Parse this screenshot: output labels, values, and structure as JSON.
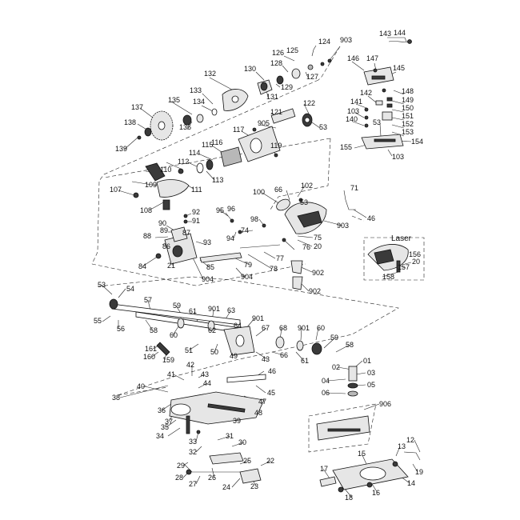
{
  "diagram": {
    "inset_title": "Laser",
    "callouts": [
      {
        "label": "143"
      },
      {
        "label": "144"
      },
      {
        "label": "124"
      },
      {
        "label": "903"
      },
      {
        "label": "126"
      },
      {
        "label": "125"
      },
      {
        "label": "128"
      },
      {
        "label": "127"
      },
      {
        "label": "146"
      },
      {
        "label": "147"
      },
      {
        "label": "145"
      },
      {
        "label": "130"
      },
      {
        "label": "132"
      },
      {
        "label": "129"
      },
      {
        "label": "131"
      },
      {
        "label": "148"
      },
      {
        "label": "133"
      },
      {
        "label": "142"
      },
      {
        "label": "149"
      },
      {
        "label": "135"
      },
      {
        "label": "134"
      },
      {
        "label": "141"
      },
      {
        "label": "150"
      },
      {
        "label": "137"
      },
      {
        "label": "121"
      },
      {
        "label": "122"
      },
      {
        "label": "103"
      },
      {
        "label": "151"
      },
      {
        "label": "136"
      },
      {
        "label": "905"
      },
      {
        "label": "140"
      },
      {
        "label": "152"
      },
      {
        "label": "138"
      },
      {
        "label": "53"
      },
      {
        "label": "53"
      },
      {
        "label": "153"
      },
      {
        "label": "117"
      },
      {
        "label": "154"
      },
      {
        "label": "139"
      },
      {
        "label": "116"
      },
      {
        "label": "119"
      },
      {
        "label": "155"
      },
      {
        "label": "115"
      },
      {
        "label": "103"
      },
      {
        "label": "114"
      },
      {
        "label": "112"
      },
      {
        "label": "113"
      },
      {
        "label": "110"
      },
      {
        "label": "109"
      },
      {
        "label": "111"
      },
      {
        "label": "102"
      },
      {
        "label": "100"
      },
      {
        "label": "66"
      },
      {
        "label": "107"
      },
      {
        "label": "71"
      },
      {
        "label": "53"
      },
      {
        "label": "108"
      },
      {
        "label": "92"
      },
      {
        "label": "95"
      },
      {
        "label": "96"
      },
      {
        "label": "46"
      },
      {
        "label": "91"
      },
      {
        "label": "98"
      },
      {
        "label": "903"
      },
      {
        "label": "90"
      },
      {
        "label": "89"
      },
      {
        "label": "87"
      },
      {
        "label": "74"
      },
      {
        "label": "88"
      },
      {
        "label": "94"
      },
      {
        "label": "75"
      },
      {
        "label": "86"
      },
      {
        "label": "93"
      },
      {
        "label": "20"
      },
      {
        "label": "76"
      },
      {
        "label": "77"
      },
      {
        "label": "156"
      },
      {
        "label": "84"
      },
      {
        "label": "21"
      },
      {
        "label": "85"
      },
      {
        "label": "79"
      },
      {
        "label": "78"
      },
      {
        "label": "902"
      },
      {
        "label": "157"
      },
      {
        "label": "20"
      },
      {
        "label": "904"
      },
      {
        "label": "158"
      },
      {
        "label": "904"
      },
      {
        "label": "53"
      },
      {
        "label": "54"
      },
      {
        "label": "902"
      },
      {
        "label": "57"
      },
      {
        "label": "59"
      },
      {
        "label": "901"
      },
      {
        "label": "63"
      },
      {
        "label": "61"
      },
      {
        "label": "55"
      },
      {
        "label": "56"
      },
      {
        "label": "58"
      },
      {
        "label": "60"
      },
      {
        "label": "62"
      },
      {
        "label": "901"
      },
      {
        "label": "64"
      },
      {
        "label": "67"
      },
      {
        "label": "68"
      },
      {
        "label": "901"
      },
      {
        "label": "60"
      },
      {
        "label": "59"
      },
      {
        "label": "58"
      },
      {
        "label": "161"
      },
      {
        "label": "51"
      },
      {
        "label": "50"
      },
      {
        "label": "49"
      },
      {
        "label": "43"
      },
      {
        "label": "66"
      },
      {
        "label": "61"
      },
      {
        "label": "160"
      },
      {
        "label": "159"
      },
      {
        "label": "02"
      },
      {
        "label": "01"
      },
      {
        "label": "03"
      },
      {
        "label": "42"
      },
      {
        "label": "41"
      },
      {
        "label": "43"
      },
      {
        "label": "04"
      },
      {
        "label": "46"
      },
      {
        "label": "44"
      },
      {
        "label": "05"
      },
      {
        "label": "06"
      },
      {
        "label": "40"
      },
      {
        "label": "45"
      },
      {
        "label": "38"
      },
      {
        "label": "47"
      },
      {
        "label": "36"
      },
      {
        "label": "48"
      },
      {
        "label": "906"
      },
      {
        "label": "37"
      },
      {
        "label": "39"
      },
      {
        "label": "35"
      },
      {
        "label": "34"
      },
      {
        "label": "33"
      },
      {
        "label": "31"
      },
      {
        "label": "30"
      },
      {
        "label": "12"
      },
      {
        "label": "13"
      },
      {
        "label": "32"
      },
      {
        "label": "15"
      },
      {
        "label": "22"
      },
      {
        "label": "25"
      },
      {
        "label": "19"
      },
      {
        "label": "29"
      },
      {
        "label": "17"
      },
      {
        "label": "14"
      },
      {
        "label": "28"
      },
      {
        "label": "27"
      },
      {
        "label": "26"
      },
      {
        "label": "24"
      },
      {
        "label": "23"
      },
      {
        "label": "16"
      },
      {
        "label": "18"
      }
    ]
  }
}
